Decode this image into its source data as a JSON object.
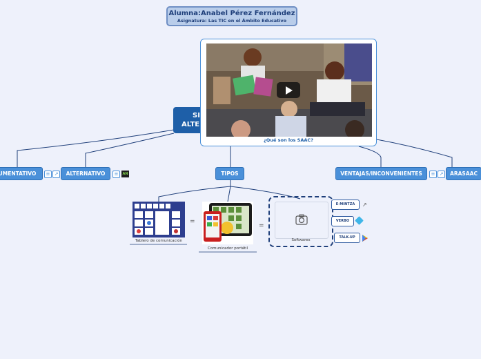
{
  "header": {
    "student": "Alumna:Anabel Pérez Fernández",
    "subject": "Asignatura: Las TIC en el Ámbito Educativo"
  },
  "central_node": {
    "label_line1": "SIST",
    "label_line2": "ALTERN"
  },
  "video": {
    "caption": "¿Qué son los SAAC?"
  },
  "branches": {
    "aumentativo": "UMENTATIVO",
    "alternativo": "ALTERNATIVO",
    "tipos": "TIPOS",
    "ventajas": "VENTAJAS/INCONVENIENTES",
    "arasaac": "ARASAAC",
    "alternativo_badge": "AN"
  },
  "tipos_children": {
    "tablero": "Tablero de comunicación",
    "comunicador": "Comunicador portátil",
    "softwares": "Softwares",
    "equals": "="
  },
  "software_items": [
    "E-MINTZA",
    "VERBO",
    "TALK-UP"
  ],
  "colors": {
    "node": "#4a90d9",
    "central": "#1e5fa8",
    "line": "#1f3f7a"
  }
}
